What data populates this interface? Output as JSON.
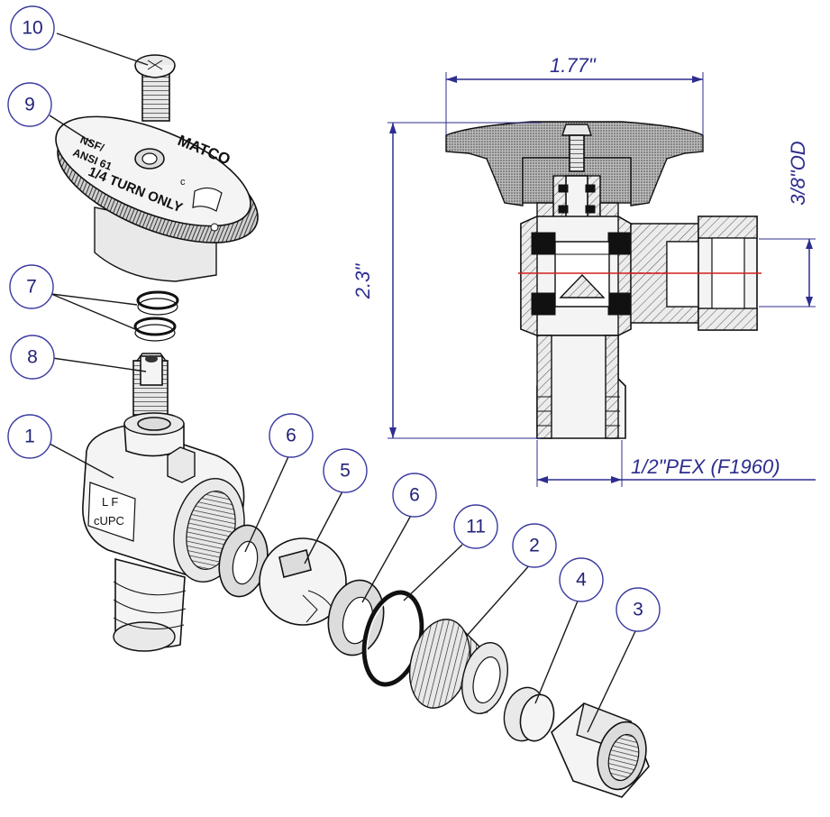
{
  "balloons": [
    {
      "id": "10",
      "label": "10"
    },
    {
      "id": "9",
      "label": "9"
    },
    {
      "id": "7",
      "label": "7"
    },
    {
      "id": "8",
      "label": "8"
    },
    {
      "id": "1",
      "label": "1"
    },
    {
      "id": "6a",
      "label": "6"
    },
    {
      "id": "5",
      "label": "5"
    },
    {
      "id": "6b",
      "label": "6"
    },
    {
      "id": "11",
      "label": "11"
    },
    {
      "id": "2",
      "label": "2"
    },
    {
      "id": "4",
      "label": "4"
    },
    {
      "id": "3",
      "label": "3"
    }
  ],
  "handle_markings": {
    "brand": "MATCO",
    "cert_line1": "NSF/",
    "cert_line2": "ANSI 61",
    "instruction": "1/4 TURN ONLY",
    "small_mark": "c"
  },
  "body_markings": {
    "line1": "L F",
    "line2": "cUPC"
  },
  "dimensions": {
    "width": "1.77\"",
    "height": "2.3\"",
    "outlet": "3/8\"OD",
    "inlet": "1/2\"PEX (F1960)"
  },
  "colors": {
    "dimension": "#2d2d8f",
    "balloon": "#3a3aa0",
    "centerline": "#d41f1f"
  }
}
